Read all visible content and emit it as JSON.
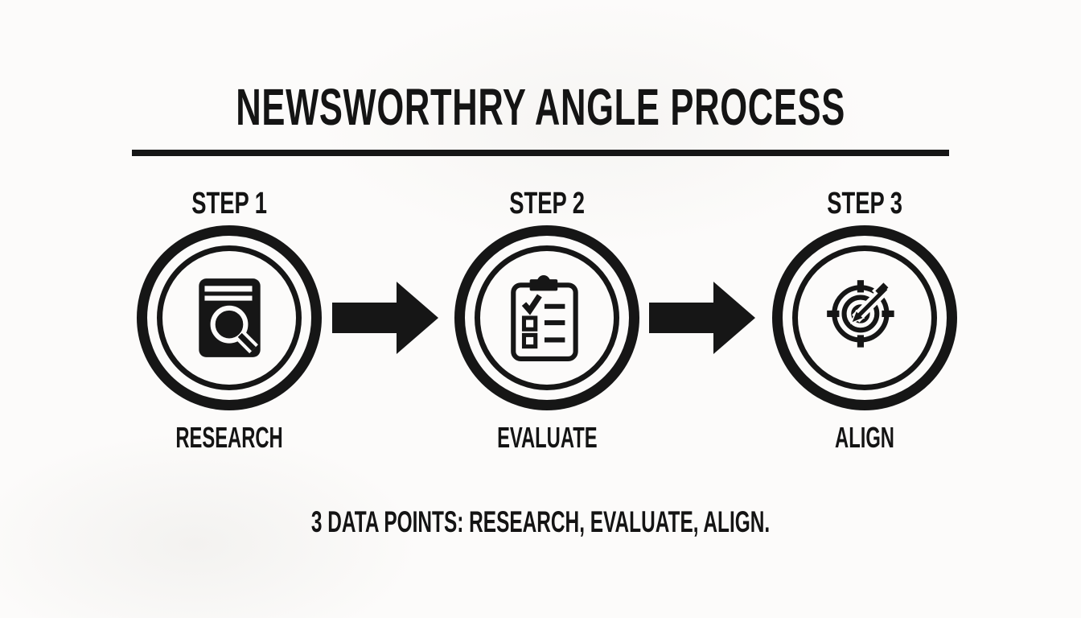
{
  "title": "NEWSWORTHRY ANGLE PROCESS",
  "steps": [
    {
      "step_label": "STEP 1",
      "name": "RESEARCH",
      "icon": "document-magnifier-icon"
    },
    {
      "step_label": "STEP 2",
      "name": "EVALUATE",
      "icon": "checklist-clipboard-icon"
    },
    {
      "step_label": "STEP 3",
      "name": "ALIGN",
      "icon": "target-arrow-icon"
    }
  ],
  "footer": "3 DATA POINTS: RESEARCH, EVALUATE, ALIGN.",
  "colors": {
    "ink": "#161616",
    "background": "#fcfbfa"
  }
}
